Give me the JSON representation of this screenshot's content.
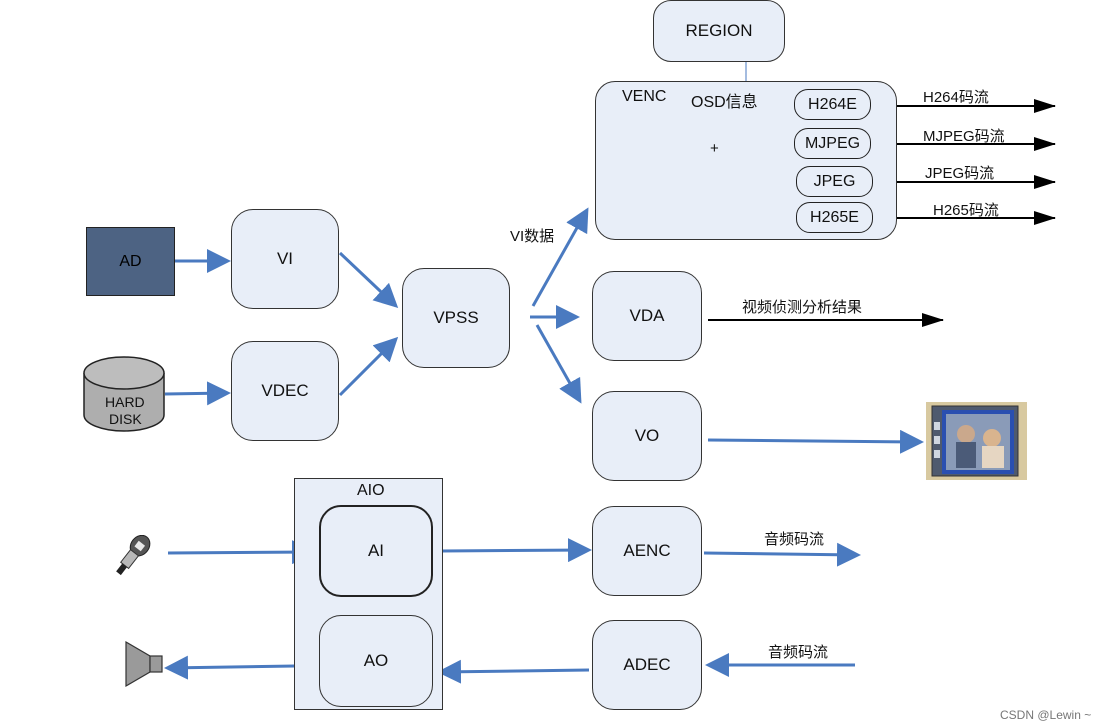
{
  "colors": {
    "arrow_blue": "#4a7ac0",
    "box_fill": "#e8eef8",
    "ad_fill": "#4d6383",
    "black_arrow": "#000000"
  },
  "nodes": {
    "ad": "AD",
    "hard_disk_line1": "HARD",
    "hard_disk_line2": "DISK",
    "vi": "VI",
    "vdec": "VDEC",
    "vpss": "VPSS",
    "region": "REGION",
    "venc": "VENC",
    "osd_info": "OSD信息",
    "plus": "+",
    "vda": "VDA",
    "vo": "VO",
    "aio": "AIO",
    "ai": "AI",
    "ao": "AO",
    "aenc": "AENC",
    "adec": "ADEC"
  },
  "encoders": {
    "h264e": "H264E",
    "mjpeg": "MJPEG",
    "jpeg": "JPEG",
    "h265e": "H265E"
  },
  "outputs": {
    "h264_stream": "H264码流",
    "mjpeg_stream": "MJPEG码流",
    "jpeg_stream": "JPEG码流",
    "h265_stream": "H265码流",
    "vi_data": "VI数据",
    "vda_result": "视频侦测分析结果",
    "aenc_stream": "音频码流",
    "adec_stream": "音频码流"
  },
  "icons": {
    "microphone": "microphone-icon",
    "speaker": "speaker-icon",
    "monitor": "monitor-icon"
  },
  "watermark": "CSDN @Lewin ~"
}
